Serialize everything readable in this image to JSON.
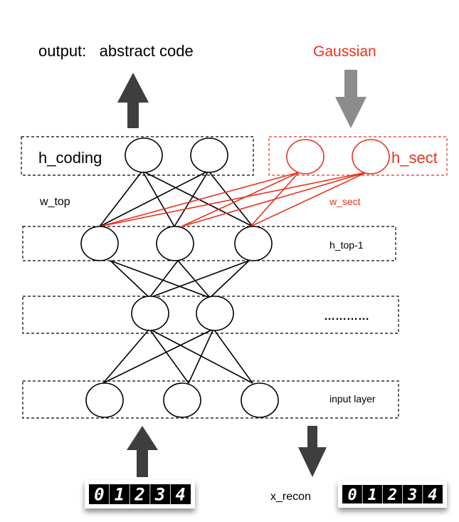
{
  "labels": {
    "output": "output:   abstract code",
    "gaussian": "Gaussian",
    "h_coding": "h_coding",
    "h_sect": "h_sect",
    "w_top": "w_top",
    "w_sect": "w_sect",
    "h_top_1": "h_top-1",
    "dots": "…………",
    "input_layer": "input layer",
    "x_recon": "x_recon"
  },
  "digits_input": [
    "0",
    "1",
    "2",
    "3",
    "4"
  ],
  "digits_recon": [
    "0",
    "1",
    "2",
    "3",
    "4"
  ],
  "colors": {
    "black": "#000000",
    "red": "#e8321e",
    "arrow_dark": "#3e3e3e",
    "arrow_gray": "#8c8c8c"
  },
  "icons": {
    "up_arrow_output": "up-arrow-icon",
    "down_arrow_gaussian": "down-arrow-icon",
    "up_arrow_input": "up-arrow-icon",
    "down_arrow_recon": "down-arrow-icon"
  }
}
